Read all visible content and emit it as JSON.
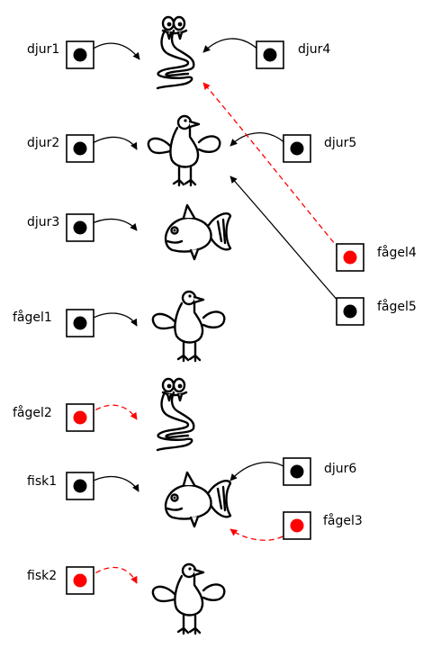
{
  "colors": {
    "normal_reference": "#000000",
    "variable_reference": "#ff0000"
  },
  "variables": [
    {
      "id": "djur1",
      "label": "djur1",
      "kind": "normal",
      "target": "snake1"
    },
    {
      "id": "djur2",
      "label": "djur2",
      "kind": "normal",
      "target": "bird1"
    },
    {
      "id": "djur3",
      "label": "djur3",
      "kind": "normal",
      "target": "fish1"
    },
    {
      "id": "fagel1",
      "label": "fågel1",
      "kind": "normal",
      "target": "bird2"
    },
    {
      "id": "fagel2",
      "label": "fågel2",
      "kind": "variable",
      "target": "snake2"
    },
    {
      "id": "fisk1",
      "label": "fisk1",
      "kind": "normal",
      "target": "fish2"
    },
    {
      "id": "fisk2",
      "label": "fisk2",
      "kind": "variable",
      "target": "bird3"
    },
    {
      "id": "djur4",
      "label": "djur4",
      "kind": "normal",
      "target": "snake1"
    },
    {
      "id": "djur5",
      "label": "djur5",
      "kind": "normal",
      "target": "bird1"
    },
    {
      "id": "fagel4",
      "label": "fågel4",
      "kind": "variable",
      "target": "snake1"
    },
    {
      "id": "fagel5",
      "label": "fågel5",
      "kind": "normal",
      "target": "bird1"
    },
    {
      "id": "djur6",
      "label": "djur6",
      "kind": "normal",
      "target": "fish2"
    },
    {
      "id": "fagel3",
      "label": "fågel3",
      "kind": "variable",
      "target": "fish2"
    }
  ],
  "objects": [
    {
      "id": "snake1",
      "animal": "snake-icon"
    },
    {
      "id": "bird1",
      "animal": "bird-icon"
    },
    {
      "id": "fish1",
      "animal": "fish-icon"
    },
    {
      "id": "bird2",
      "animal": "bird-icon"
    },
    {
      "id": "snake2",
      "animal": "snake-icon"
    },
    {
      "id": "fish2",
      "animal": "fish-icon"
    },
    {
      "id": "bird3",
      "animal": "bird-icon"
    }
  ]
}
